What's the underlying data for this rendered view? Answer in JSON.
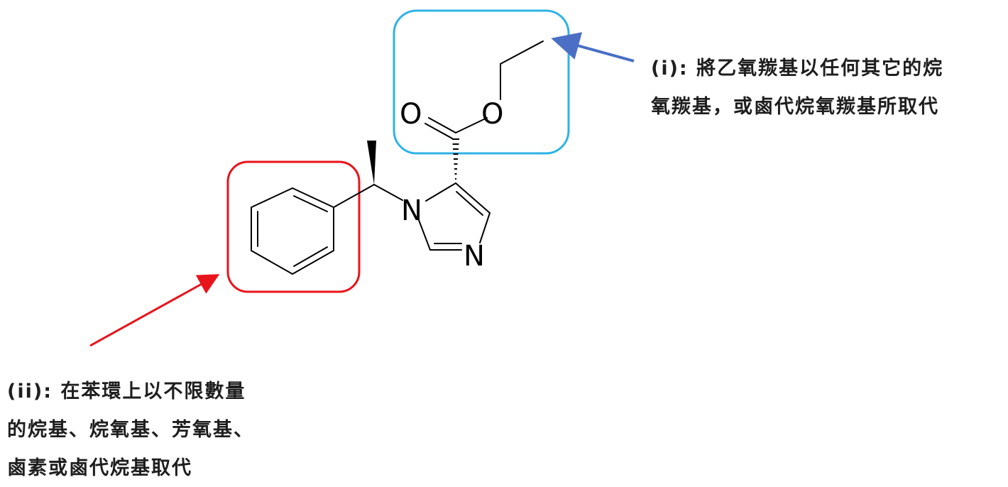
{
  "colors": {
    "ester_box": "#2fb3e6",
    "ester_arrow": "#4a6fc4",
    "phenyl_box": "#e8141c",
    "phenyl_arrow": "#e8141c",
    "text": "#1e1e1e",
    "bond": "#000000"
  },
  "molecule": {
    "atoms": {
      "carbonyl_oxygen": "O",
      "ester_oxygen": "O",
      "ring_n1": "N",
      "ring_n3": "N"
    }
  },
  "annotations": {
    "ester": {
      "lines": [
        "(i): 將乙氧羰基以任何其它的烷",
        "氧羰基，或鹵代烷氧羰基所取代"
      ]
    },
    "phenyl": {
      "lines": [
        "(ii): 在苯環上以不限數量",
        "的烷基、烷氧基、芳氧基、",
        "鹵素或鹵代烷基取代"
      ]
    }
  }
}
